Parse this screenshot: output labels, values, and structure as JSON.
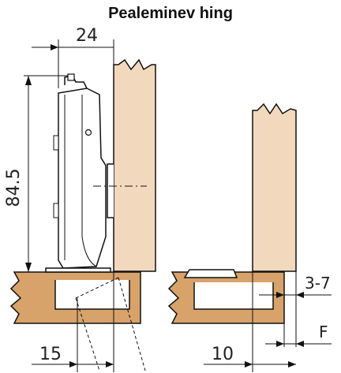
{
  "title": "Pealeminev hing",
  "dimensions": {
    "width_top": "24",
    "height_left": "84.5",
    "left_bottom": "15",
    "right_bottom": "10",
    "gap": "3-7",
    "overlay": "F"
  },
  "colors": {
    "wood_door": "#f2d9bd",
    "wood_cabinet": "#d7a36a",
    "line": "#111111"
  }
}
